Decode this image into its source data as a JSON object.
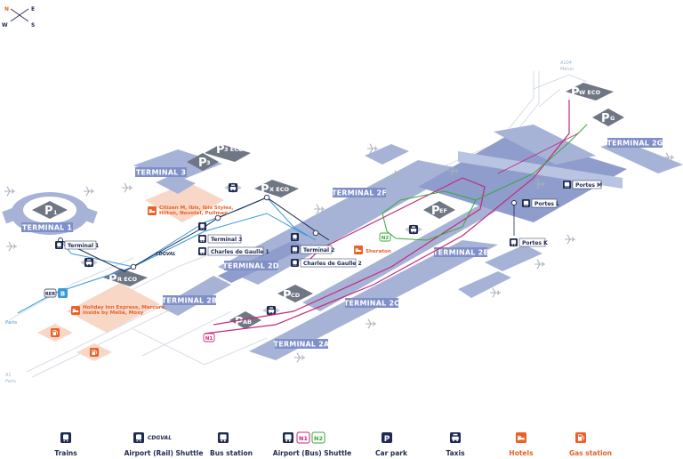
{
  "compass": {
    "n": "N",
    "e": "E",
    "w": "W",
    "s": "S"
  },
  "terminals": {
    "t1": "TERMINAL 1",
    "t3": "TERMINAL 3",
    "t2a": "TERMINAL 2A",
    "t2b": "TERMINAL 2B",
    "t2c": "TERMINAL 2C",
    "t2d": "TERMINAL 2D",
    "t2e": "TERMINAL 2E",
    "t2f": "TERMINAL 2F",
    "t2g": "TERMINAL 2G"
  },
  "parkings": {
    "p1": {
      "letter": "P",
      "sub": "1"
    },
    "p3": {
      "letter": "P",
      "sub": "3"
    },
    "p3eco": {
      "letter": "P",
      "sub": "3 ECO"
    },
    "pxeco": {
      "letter": "P",
      "sub": "X ECO"
    },
    "preco": {
      "letter": "P",
      "sub": "R ECO"
    },
    "pef": {
      "letter": "P",
      "sub": "EF"
    },
    "pcd": {
      "letter": "P",
      "sub": "CD"
    },
    "pab": {
      "letter": "P",
      "sub": "AB"
    },
    "pweco": {
      "letter": "P",
      "sub": "W ECO"
    },
    "pg": {
      "letter": "P",
      "sub": "G"
    }
  },
  "stations": {
    "terminal1": "Terminal 1",
    "terminal3": "Terminal 3",
    "cdg1": "Charles de Gaulle 1",
    "terminal2": "Terminal 2",
    "cdg2": "Charles de Gaulle 2",
    "portes_m": "Portes M",
    "portes_l": "Portes L",
    "portes_k": "Portes K"
  },
  "hotels": {
    "north": [
      "Citizen M, Ibis, Ibis Styles,",
      "Hilton, Novotel, Pullman"
    ],
    "south": [
      "Holiday Inn Express, Mercure,",
      "Inside by Meliá, Moxy"
    ],
    "sheraton": "Sheraton"
  },
  "rer": {
    "label": "RER",
    "line": "B"
  },
  "bus_lines": {
    "n1": "N1",
    "n2": "N2"
  },
  "labels": {
    "cdgval": "CDGVAL",
    "paris": "Paris",
    "a104": "A104",
    "melun": "Melun",
    "a1": "A1"
  },
  "legend": {
    "trains": "Trains",
    "airport_rail": "Airport (Rail) Shuttle",
    "bus_station": "Bus station",
    "airport_bus": "Airport (Bus) Shuttle",
    "car_park": "Car park",
    "taxis": "Taxis",
    "hotels": "Hotels",
    "gas_station": "Gas station"
  },
  "colors": {
    "navy": "#1e2a50",
    "terminal": "#a7b3d6",
    "terminal_label": "#7f8fc7",
    "parking": "#6f7684",
    "accent_orange": "#e8622a",
    "hotel_zone": "#f8d7c6",
    "cdgval_blue": "#3a9ad9",
    "bus_n1": "#c42a7a",
    "bus_n2": "#3aa83a"
  }
}
